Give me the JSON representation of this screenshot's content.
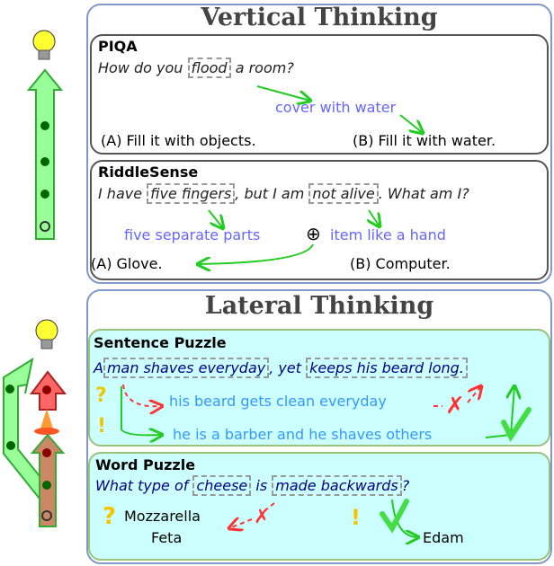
{
  "vertical": {
    "title": "Vertical Thinking",
    "piqa": {
      "label": "PIQA",
      "q_pre": "How do you",
      "q_key": "flood",
      "q_post": "a room?",
      "hint": "cover with water",
      "option_a": "(A) Fill it with objects.",
      "option_b": "(B) Fill it with water."
    },
    "riddlesense": {
      "label": "RiddleSense",
      "q_pre": "I have",
      "q_key1": "five fingers",
      "q_mid": ", but I am",
      "q_key2": "not alive",
      "q_post": ". What am I?",
      "hint1": "five separate parts",
      "combine_symbol": "⊕",
      "hint2": "item like a hand",
      "option_a": "(A) Glove.",
      "option_b": "(B) Computer."
    }
  },
  "lateral": {
    "title": "Lateral Thinking",
    "sentence": {
      "label": "Sentence Puzzle",
      "q_pre": "A",
      "q_key1": "man shaves everyday",
      "q_mid": ", yet",
      "q_key2": "keeps his beard long.",
      "wrong_hint": "his beard gets clean everyday",
      "right_hint": "he is a barber and he shaves others",
      "question_mark": "?",
      "exclamation": "!"
    },
    "word": {
      "label": "Word Puzzle",
      "q_pre": "What type of",
      "q_key1": "cheese",
      "q_mid": "is",
      "q_key2": "made backwards",
      "q_post": "?",
      "wrong_1": "Mozzarella",
      "wrong_2": "Feta",
      "right": "Edam",
      "question_mark": "?",
      "exclamation": "!"
    }
  },
  "colors": {
    "hint": "#6666ff",
    "lateral_hint": "#3399ff",
    "navy": "#000080",
    "correct": "#22cc22",
    "wrong": "#ff3333",
    "panel_fill": "#ccffff"
  }
}
